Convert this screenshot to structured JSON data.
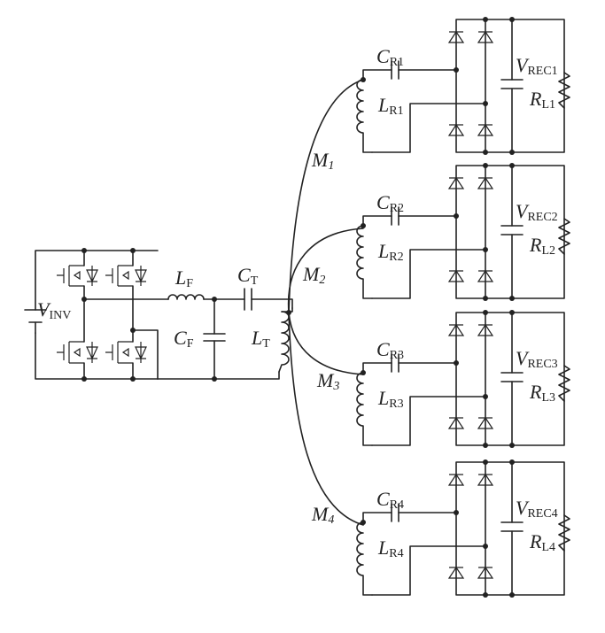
{
  "labels": {
    "vinv": {
      "main": "V",
      "sub": "INV"
    },
    "lf": {
      "main": "L",
      "sub": "F"
    },
    "cf": {
      "main": "C",
      "sub": "F"
    },
    "ct": {
      "main": "C",
      "sub": "T"
    },
    "lt": {
      "main": "L",
      "sub": "T"
    }
  },
  "receivers": [
    {
      "cr": "R1",
      "lr": "R1",
      "vrec": "REC1",
      "rl": "L1",
      "m": "1"
    },
    {
      "cr": "R2",
      "lr": "R2",
      "vrec": "REC2",
      "rl": "L2",
      "m": "2"
    },
    {
      "cr": "R3",
      "lr": "R3",
      "vrec": "REC3",
      "rl": "L3",
      "m": "3"
    },
    {
      "cr": "R4",
      "lr": "R4",
      "vrec": "REC4",
      "rl": "L4",
      "m": "4"
    }
  ],
  "symbols": {
    "C": "C",
    "L": "L",
    "V": "V",
    "R": "R",
    "M": "M"
  }
}
